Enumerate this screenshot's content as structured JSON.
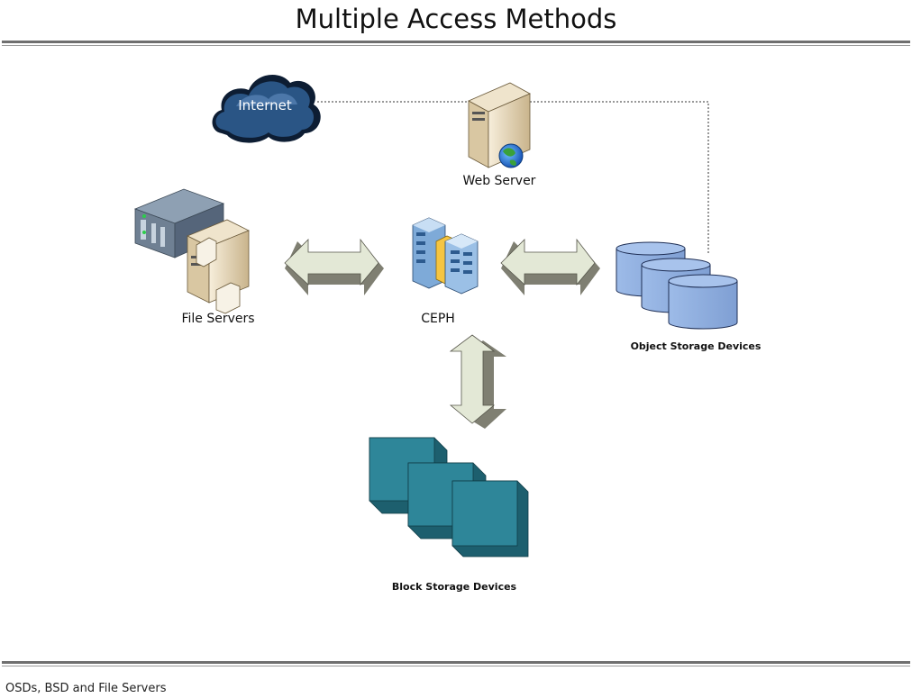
{
  "title": "Multiple Access Methods",
  "footer": "OSDs, BSD and File Servers",
  "nodes": {
    "internet": "Internet",
    "web_server": "Web Server",
    "file_servers": "File Servers",
    "ceph": "CEPH",
    "object_storage": "Object Storage Devices",
    "block_storage": "Block Storage Devices"
  },
  "colors": {
    "cloud": "#1f3f66",
    "osd": "#8fb1e3",
    "block": "#2e8699",
    "arrow": "#e3e8d6"
  }
}
